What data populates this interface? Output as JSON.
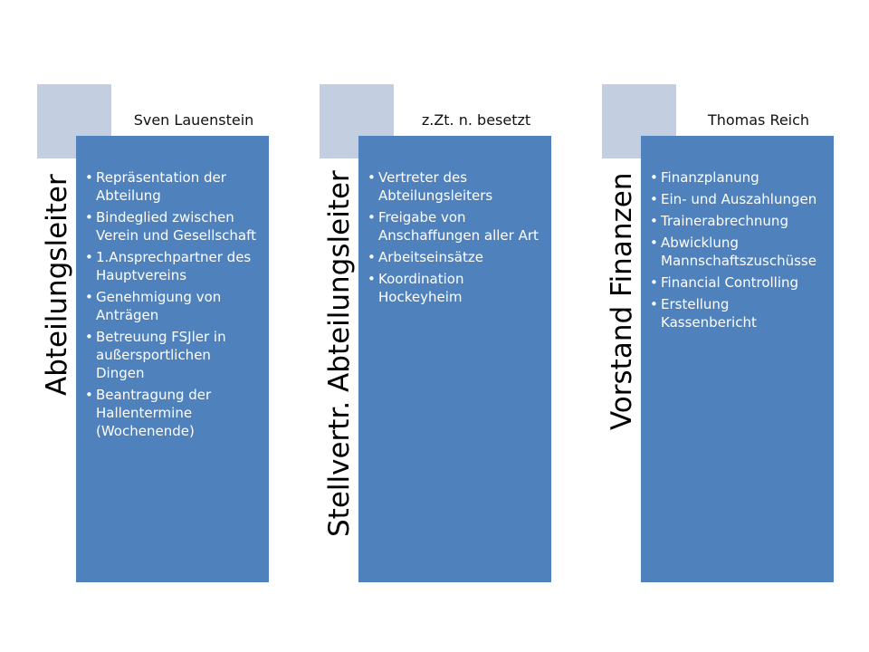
{
  "columns": [
    {
      "role": "Abteilungsleiter",
      "name": "Sven Lauenstein",
      "items": [
        "Repräsentation der Abteilung",
        "Bindeglied zwischen Verein und Gesellschaft",
        "1.Ansprechpartner des Hauptvereins",
        "Genehmigung von Anträgen",
        "Betreuung FSJler in außersportlichen Dingen",
        "Beantragung der Hallentermine (Wochenende)"
      ]
    },
    {
      "role": "Stellvertr. Abteilungsleiter",
      "name": "z.Zt. n. besetzt",
      "items": [
        "Vertreter des Abteilungsleiters",
        "Freigabe von Anschaffungen aller Art",
        "Arbeitseinsätze",
        "Koordination Hockeyheim"
      ]
    },
    {
      "role": "Vorstand Finanzen",
      "name": "Thomas Reich",
      "items": [
        "Finanzplanung",
        "Ein- und Auszahlungen",
        "Trainerabrechnung",
        "Abwicklung Mannschaftszuschüsse",
        "Financial Controlling",
        "Erstellung Kassenbericht"
      ]
    }
  ]
}
